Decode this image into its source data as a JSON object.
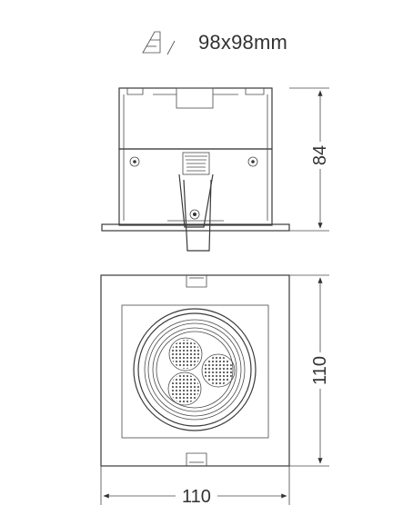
{
  "cutout": {
    "icon": "cutout-icon",
    "label": "98x98mm"
  },
  "dimensions": {
    "height": "84",
    "width": "110",
    "depth": "110"
  }
}
